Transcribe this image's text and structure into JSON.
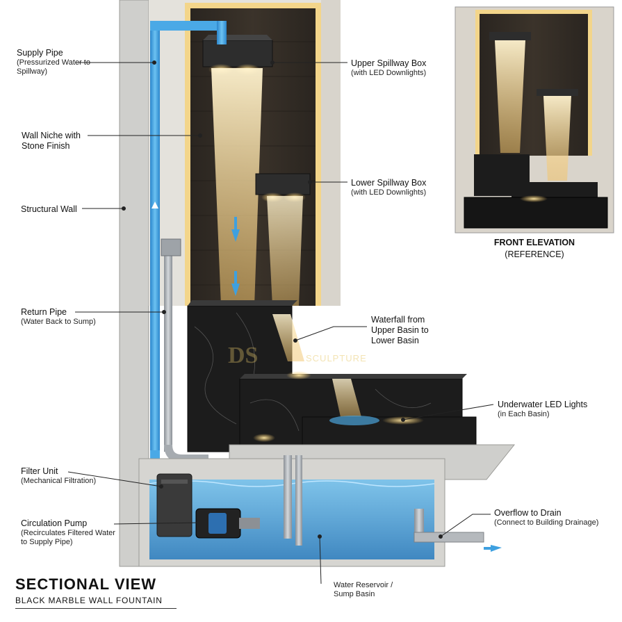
{
  "title": "SECTIONAL VIEW",
  "subtitle": "BLACK MARBLE WALL FOUNTAIN",
  "labels": {
    "supply_pipe": {
      "title": "Supply Pipe",
      "sub1": "(Pressurized Water to",
      "sub2": "Spillway)"
    },
    "wall_niche": {
      "title1": "Wall Niche with",
      "title2": "Stone Finish"
    },
    "structural_wall": {
      "title": "Structural Wall"
    },
    "return_pipe": {
      "title": "Return Pipe",
      "sub": "(Water Back to Sump)"
    },
    "filter_unit": {
      "title": "Filter Unit",
      "sub": "(Mechanical Filtration)"
    },
    "circulation_pump": {
      "title": "Circulation Pump",
      "sub1": "(Recirculates Filtered Water",
      "sub2": "to Supply Pipe)"
    },
    "upper_spillway": {
      "title": "Upper Spillway Box",
      "sub": "(with LED Downlights)"
    },
    "lower_spillway": {
      "title": "Lower Spillway Box",
      "sub": "(with LED Downlights)"
    },
    "waterfall": {
      "line1": "Waterfall from",
      "line2": "Upper Basin to",
      "line3": "Lower Basin"
    },
    "underwater_led": {
      "title": "Underwater LED Lights",
      "sub": "(in Each Basin)"
    },
    "overflow": {
      "title": "Overflow to Drain",
      "sub": "(Connect to Building Drainage)"
    },
    "reservoir": {
      "line1": "Water Reservoir /",
      "line2": "Sump Basin"
    }
  },
  "reference": {
    "line1": "FRONT ELEVATION",
    "line2": "(REFERENCE)"
  },
  "watermark": "DS SCULPTURE",
  "colors": {
    "pipe_blue": "#3ea0e0",
    "marble": "#1c1c1c",
    "led_glow": "#f5c96a",
    "water": "#4aa3d8",
    "concrete": "#c9c9c6"
  }
}
